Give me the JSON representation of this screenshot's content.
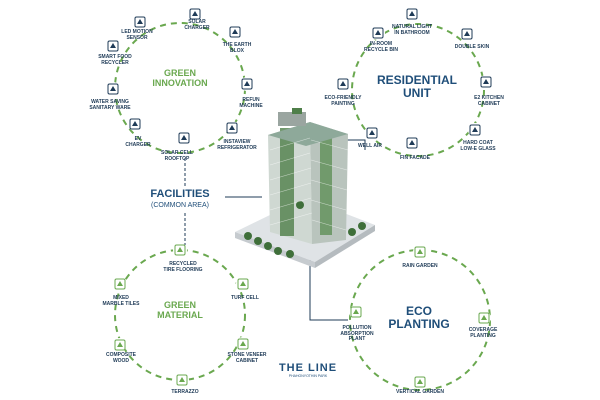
{
  "colors": {
    "green": "#6aa84f",
    "dark_blue": "#1f3b57",
    "text_blue": "#1f4e79"
  },
  "facilities": {
    "title": "FACILITIES",
    "subtitle": "(COMMON AREA)"
  },
  "green_innovation": {
    "title": "GREEN\nINNOVATION",
    "items": [
      {
        "label": "LED MOTION\nSENSOR",
        "icon": "walking-person-icon"
      },
      {
        "label": "SOLAR\nCHARGER",
        "icon": "plug-icon"
      },
      {
        "label": "THE EARTH\nBLOX",
        "icon": "planter-box-icon"
      },
      {
        "label": "REFUN\nMACHINE",
        "icon": "bottle-machine-icon"
      },
      {
        "label": "INSTAVIEW\nREFRIGERATOR",
        "icon": "refrigerator-icon"
      },
      {
        "label": "SOLAR CELL\nROOFTOP",
        "icon": "solar-panel-icon"
      },
      {
        "label": "EV\nCHARGER",
        "icon": "car-icon"
      },
      {
        "label": "WATER SAVING\nSANITARY WARE",
        "icon": "toilet-icon"
      },
      {
        "label": "SMART FOOD\nRECYCLER",
        "icon": "food-recycler-icon"
      }
    ]
  },
  "residential_unit": {
    "title": "RESIDENTIAL\nUNIT",
    "items": [
      {
        "label": "IN-ROOM\nRECYCLE BIN",
        "icon": "recycle-bin-icon"
      },
      {
        "label": "NATURAL LIGHT\nIN BATHROOM",
        "icon": "light-bulb-icon"
      },
      {
        "label": "DOUBLE SKIN",
        "icon": "window-icon"
      },
      {
        "label": "E2 KITCHEN\nCABINET",
        "icon": "cabinet-icon"
      },
      {
        "label": "HARD COAT\nLOW-E GLASS",
        "icon": "glass-icon"
      },
      {
        "label": "FIN FACADE",
        "icon": "house-icon"
      },
      {
        "label": "WELL AIR",
        "icon": "wind-icon"
      },
      {
        "label": "ECO-FRIENDLY\nPAINTING",
        "icon": "paint-bucket-icon"
      }
    ]
  },
  "green_material": {
    "title": "GREEN\nMATERIAL",
    "items": [
      {
        "label": "RECYCLED\nTIRE FLOORING",
        "icon": "tire-icon"
      },
      {
        "label": "TURF CELL",
        "icon": "turf-icon"
      },
      {
        "label": "STONE VENEER\nCABINET",
        "icon": "stone-cabinet-icon"
      },
      {
        "label": "TERRAZZO",
        "icon": "terrazzo-icon"
      },
      {
        "label": "COMPOSITE\nWOOD",
        "icon": "wood-icon"
      },
      {
        "label": "MIXED\nMARBLE TILES",
        "icon": "marble-tiles-icon"
      }
    ]
  },
  "eco_planting": {
    "title": "ECO\nPLANTING",
    "items": [
      {
        "label": "RAIN GARDEN",
        "icon": "rain-garden-icon"
      },
      {
        "label": "COVERAGE\nPLANTING",
        "icon": "grass-icon"
      },
      {
        "label": "VERTICAL GARDEN",
        "icon": "vertical-garden-icon"
      },
      {
        "label": "POLLUTION\nABSORPTION\nPLANT",
        "icon": "plant-pot-icon"
      }
    ]
  },
  "logo": {
    "name": "THE LINE",
    "tagline": "PHAHONYOTHIN PARK"
  }
}
